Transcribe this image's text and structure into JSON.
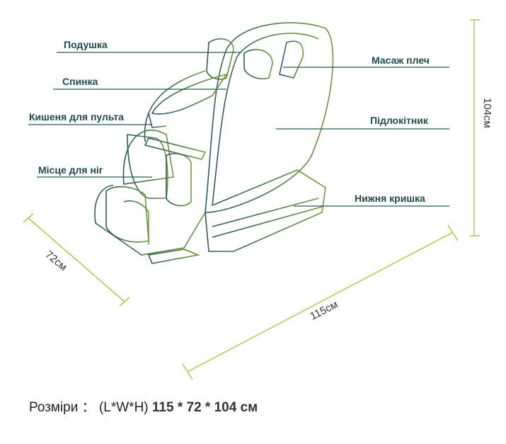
{
  "labels": {
    "pillow": "Подушка",
    "back": "Спинка",
    "remote_pocket": "Кишеня для пульта",
    "leg_area": "Місце для ніг",
    "shoulder_massage": "Масаж плеч",
    "armrest": "Підлокітник",
    "bottom_cover": "Нижня кришка"
  },
  "dimensions": {
    "height": "104см",
    "width": "72см",
    "length": "115см"
  },
  "summary": {
    "prefix": "Розміри",
    "separator": "：",
    "format": "(L*W*H)",
    "values": "115 * 72 * 104 см"
  },
  "colors": {
    "line": "#2b5a5a",
    "dimension": "#a9c952",
    "text": "#1f4a4a"
  }
}
